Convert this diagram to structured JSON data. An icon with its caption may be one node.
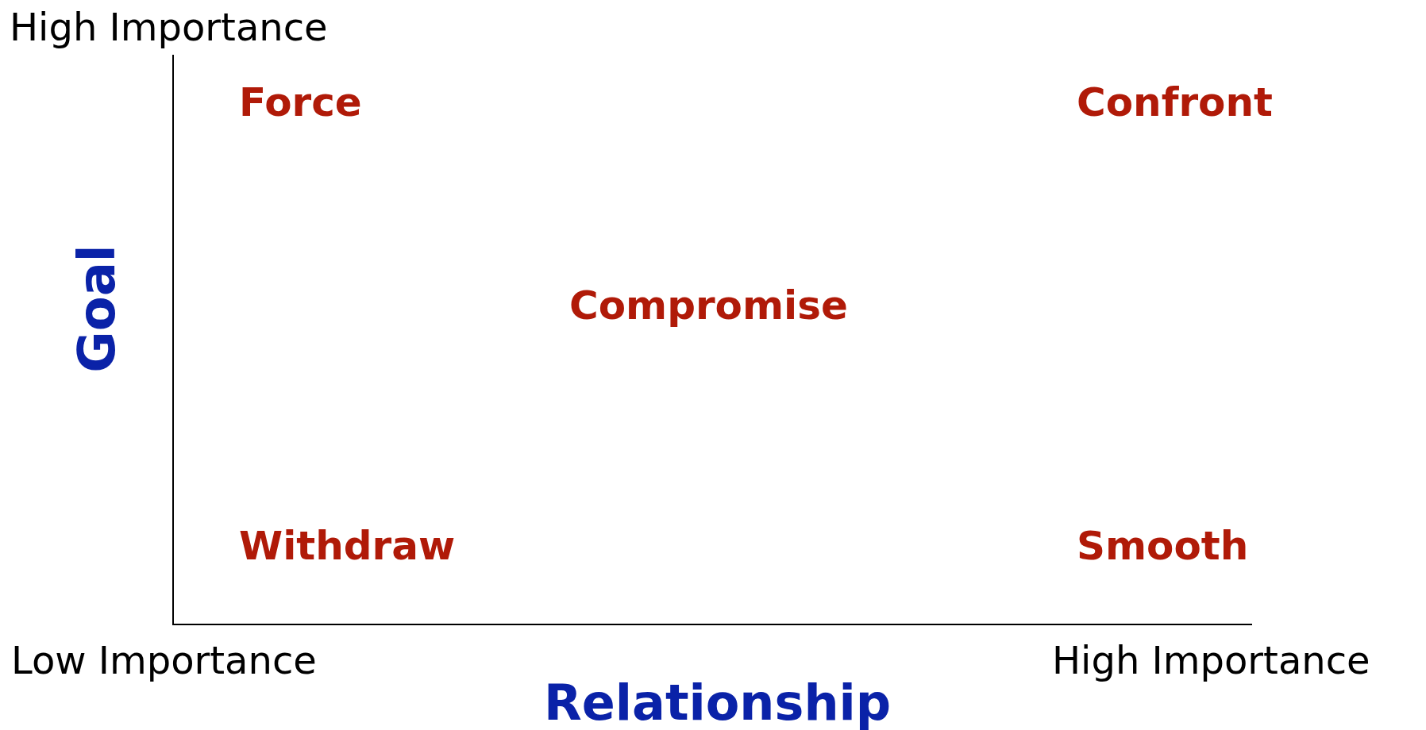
{
  "diagram": {
    "labels": [
      "High Importance",
      "Force",
      "Confront",
      "Goal",
      "Compromise",
      "Withdraw",
      "Smooth",
      "Low Importance",
      "High Importance",
      "Relationship"
    ]
  }
}
